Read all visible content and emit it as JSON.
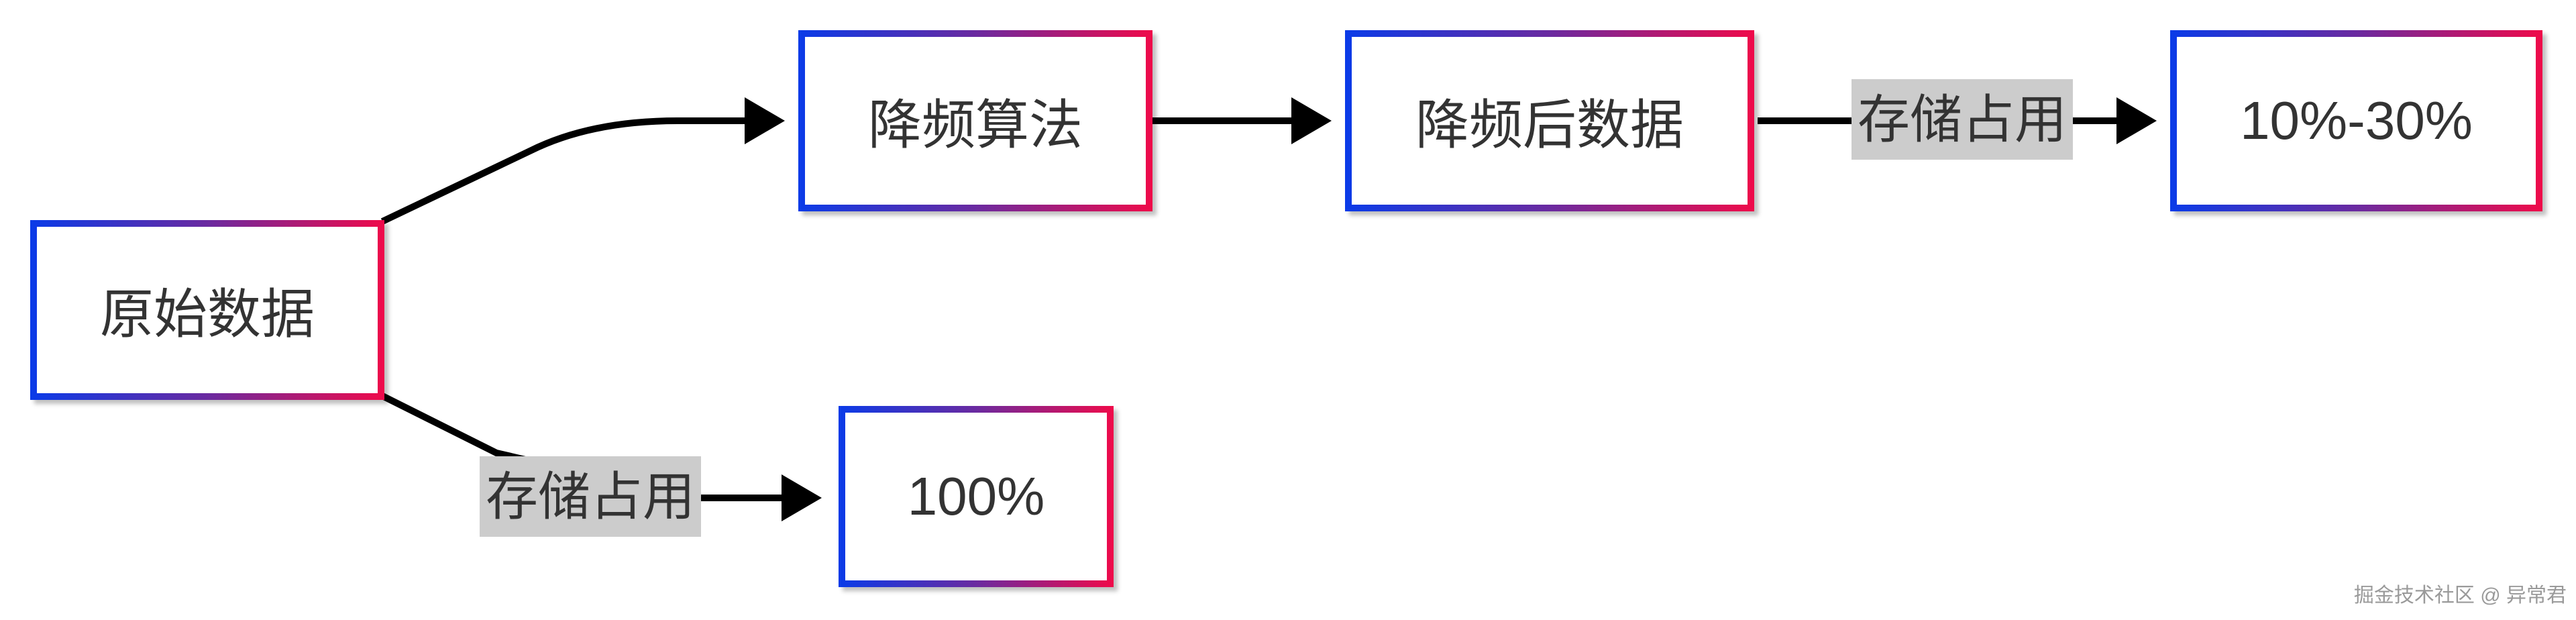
{
  "nodes": {
    "raw_data": "原始数据",
    "downsample_algo": "降频算法",
    "downsampled_data": "降频后数据",
    "ratio_reduced": "10%-30%",
    "ratio_full": "100%"
  },
  "edge_labels": {
    "storage_top": "存储占用",
    "storage_bottom": "存储占用"
  },
  "watermark": "掘金技术社区 @ 异常君",
  "colors": {
    "border_start": "#0a3be8",
    "border_end": "#ef0a4a",
    "label_bg": "#cccccc",
    "edge": "#000000",
    "text": "#333333"
  }
}
